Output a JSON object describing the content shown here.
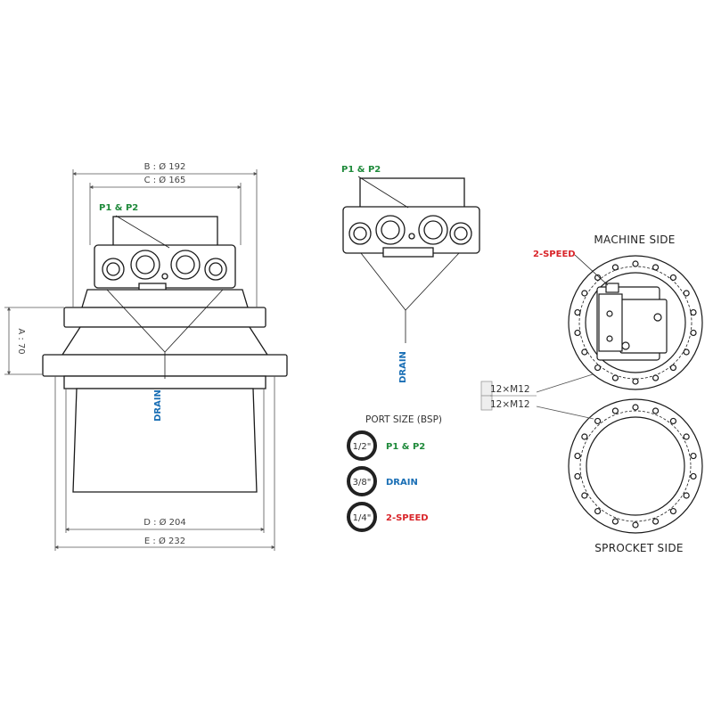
{
  "colors": {
    "green": "#1f8a3b",
    "blue": "#1a6fb5",
    "red": "#d9252a",
    "line": "#1a1a1a",
    "dim": "#555555"
  },
  "dimensions": {
    "B": "B : Ø 192",
    "C": "C : Ø 165",
    "A": "A : 70",
    "D": "D : Ø 204",
    "E": "E : Ø 232"
  },
  "labels": {
    "p1p2": "P1 & P2",
    "drain": "DRAIN",
    "two_speed": "2-SPEED"
  },
  "views": {
    "machine_side": "MACHINE SIDE",
    "sprocket_side": "SPROCKET SIDE"
  },
  "bolts": {
    "machine": "12×M12",
    "sprocket": "12×M12"
  },
  "port_legend": {
    "title": "PORT SIZE (BSP)",
    "items": [
      {
        "size": "1/2\"",
        "label": "P1 & P2",
        "color": "green"
      },
      {
        "size": "3/8\"",
        "label": "DRAIN",
        "color": "blue"
      },
      {
        "size": "1/4\"",
        "label": "2-SPEED",
        "color": "red"
      }
    ]
  }
}
